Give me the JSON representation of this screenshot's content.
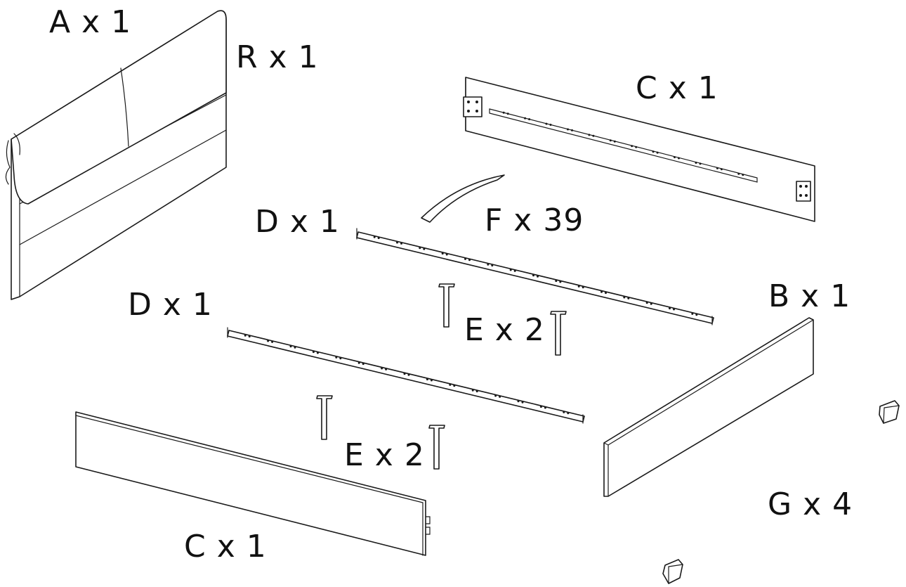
{
  "labels": {
    "a": "A x 1",
    "r": "R x 1",
    "c_top": "C x 1",
    "d_top": "D x 1",
    "f": "F x 39",
    "d_bottom": "D x 1",
    "e_top": "E x 2",
    "b": "B x 1",
    "e_bottom": "E x 2",
    "g": "G x 4",
    "c_bottom": "C x 1"
  },
  "colors": {
    "line": "#1a1a1a",
    "fill": "#ffffff"
  }
}
